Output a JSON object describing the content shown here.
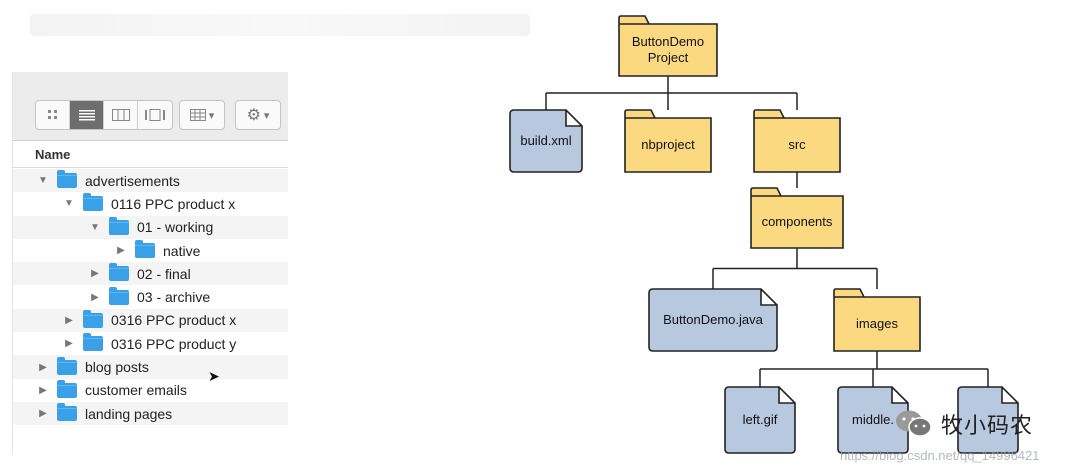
{
  "finder": {
    "column_header": "Name",
    "toolbar": {
      "view_icons": [
        "icon-view-icon",
        "list-view-icon",
        "column-view-icon",
        "gallery-view-icon"
      ],
      "group_icon": "group-by-icon",
      "action_icon": "gear-icon"
    },
    "rows": [
      {
        "label": "advertisements",
        "depth": 0,
        "toggle": "expanded"
      },
      {
        "label": "0116 PPC product x",
        "depth": 1,
        "toggle": "expanded"
      },
      {
        "label": "01 - working",
        "depth": 2,
        "toggle": "expanded"
      },
      {
        "label": "native",
        "depth": 3,
        "toggle": "collapsed"
      },
      {
        "label": "02 - final",
        "depth": 2,
        "toggle": "collapsed"
      },
      {
        "label": "03 - archive",
        "depth": 2,
        "toggle": "collapsed"
      },
      {
        "label": "0316 PPC product x",
        "depth": 1,
        "toggle": "collapsed"
      },
      {
        "label": "0316 PPC product y",
        "depth": 1,
        "toggle": "collapsed"
      },
      {
        "label": "blog posts",
        "depth": 0,
        "toggle": "collapsed"
      },
      {
        "label": "customer emails",
        "depth": 0,
        "toggle": "collapsed"
      },
      {
        "label": "landing pages",
        "depth": 0,
        "toggle": "collapsed"
      }
    ],
    "colors": {
      "folder": "#3aa0e8"
    }
  },
  "diagram": {
    "nodes": {
      "root": {
        "type": "folder",
        "lines": [
          "ButtonDemo",
          "Project"
        ]
      },
      "build": {
        "type": "file",
        "lines": [
          "build.xml"
        ]
      },
      "nbproject": {
        "type": "folder",
        "lines": [
          "nbproject"
        ]
      },
      "src": {
        "type": "folder",
        "lines": [
          "src"
        ]
      },
      "components": {
        "type": "folder",
        "lines": [
          "components"
        ]
      },
      "java": {
        "type": "file",
        "lines": [
          "ButtonDemo.java"
        ]
      },
      "images": {
        "type": "folder",
        "lines": [
          "images"
        ]
      },
      "left": {
        "type": "file",
        "lines": [
          "left.gif"
        ]
      },
      "middle": {
        "type": "file",
        "lines": [
          "middle."
        ]
      },
      "right": {
        "type": "file",
        "lines": [
          ""
        ]
      }
    },
    "edges": [
      [
        "root",
        "build"
      ],
      [
        "root",
        "nbproject"
      ],
      [
        "root",
        "src"
      ],
      [
        "src",
        "components"
      ],
      [
        "components",
        "java"
      ],
      [
        "components",
        "images"
      ],
      [
        "images",
        "left"
      ],
      [
        "images",
        "middle"
      ],
      [
        "images",
        "right"
      ]
    ],
    "colors": {
      "folder": "#fbd980",
      "file": "#b8c8df",
      "stroke": "#222222"
    }
  },
  "watermark": {
    "text": "牧小码农",
    "url": "https://blog.csdn.net/qq_14996421"
  }
}
